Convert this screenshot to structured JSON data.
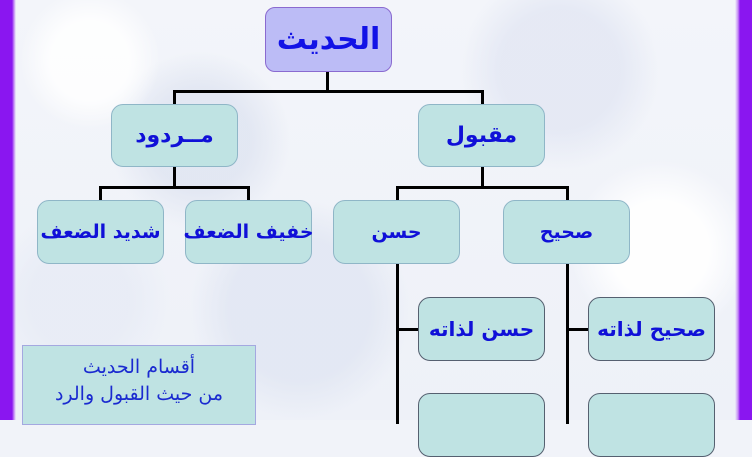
{
  "diagram": {
    "root": {
      "label": "الحديث"
    },
    "level1": [
      {
        "id": "mardud",
        "label": "مــردود"
      },
      {
        "id": "maqbul",
        "label": "مقبول"
      }
    ],
    "mardud_children": [
      {
        "label": "شديد الضعف"
      },
      {
        "label": "خفيف الضعف"
      }
    ],
    "maqbul_children": [
      {
        "label": "حسن"
      },
      {
        "label": "صحيح"
      }
    ],
    "hasan_children": [
      {
        "label": "حسن لذاته"
      },
      {
        "label": ""
      }
    ],
    "sahih_children": [
      {
        "label": "صحيح لذاته"
      },
      {
        "label": ""
      }
    ],
    "caption": {
      "line1": "أقسام الحديث",
      "line2": "من حيث القبول والرد"
    }
  },
  "colors": {
    "frame_purple": "#8a16f0",
    "root_fill": "#bcbcf6",
    "node_fill": "#bfe3e3",
    "text_blue": "#1010d8",
    "connector": "#000000"
  }
}
